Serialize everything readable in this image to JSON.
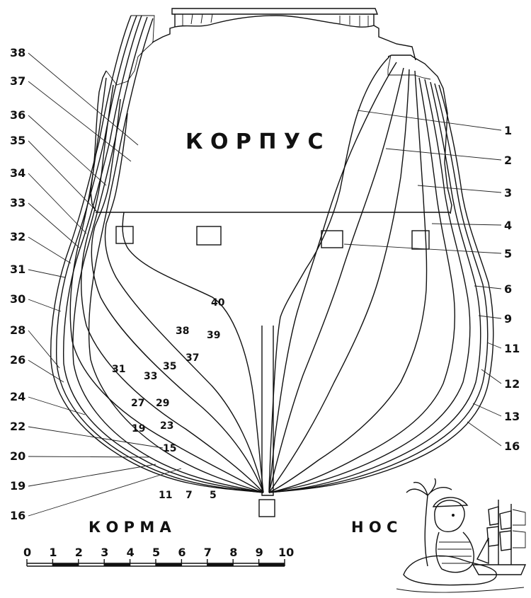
{
  "title_top": "К О Р П У С",
  "title_stern": "К О Р М А",
  "title_bow": "Н О С",
  "stern_frames": [
    "38",
    "37",
    "36",
    "35",
    "34",
    "33",
    "32",
    "31",
    "30",
    "28",
    "26",
    "24",
    "22",
    "20",
    "19",
    "16"
  ],
  "bow_frames": [
    "1",
    "2",
    "3",
    "4",
    "5",
    "6",
    "9",
    "11",
    "12",
    "13",
    "16"
  ],
  "inner_frames": [
    "40",
    "39",
    "38",
    "37",
    "35",
    "33",
    "31",
    "29",
    "27",
    "23",
    "19",
    "15",
    "11",
    "7",
    "5"
  ],
  "scale": {
    "ticks": [
      "0",
      "1",
      "2",
      "3",
      "4",
      "5",
      "6",
      "7",
      "8",
      "9",
      "10"
    ]
  },
  "colors": {
    "ink": "#111111",
    "paper": "#ffffff"
  }
}
